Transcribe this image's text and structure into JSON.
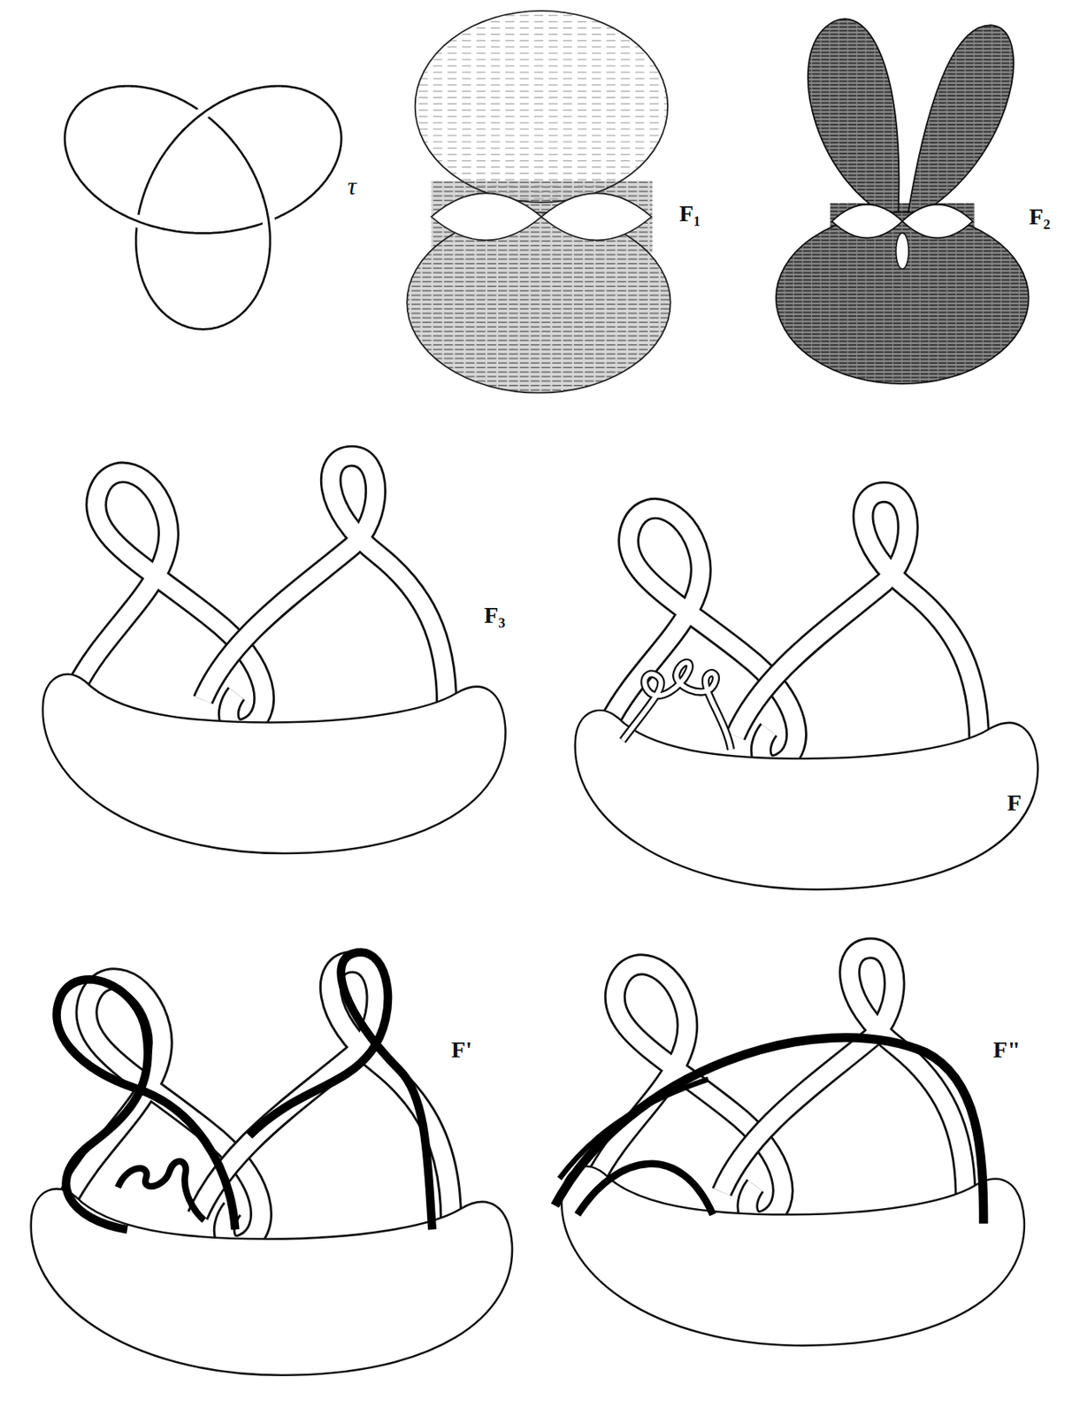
{
  "diagram": {
    "labels": [
      "τ",
      "F₁",
      "F₂",
      "F₃",
      "F",
      "F'",
      "F\""
    ]
  }
}
